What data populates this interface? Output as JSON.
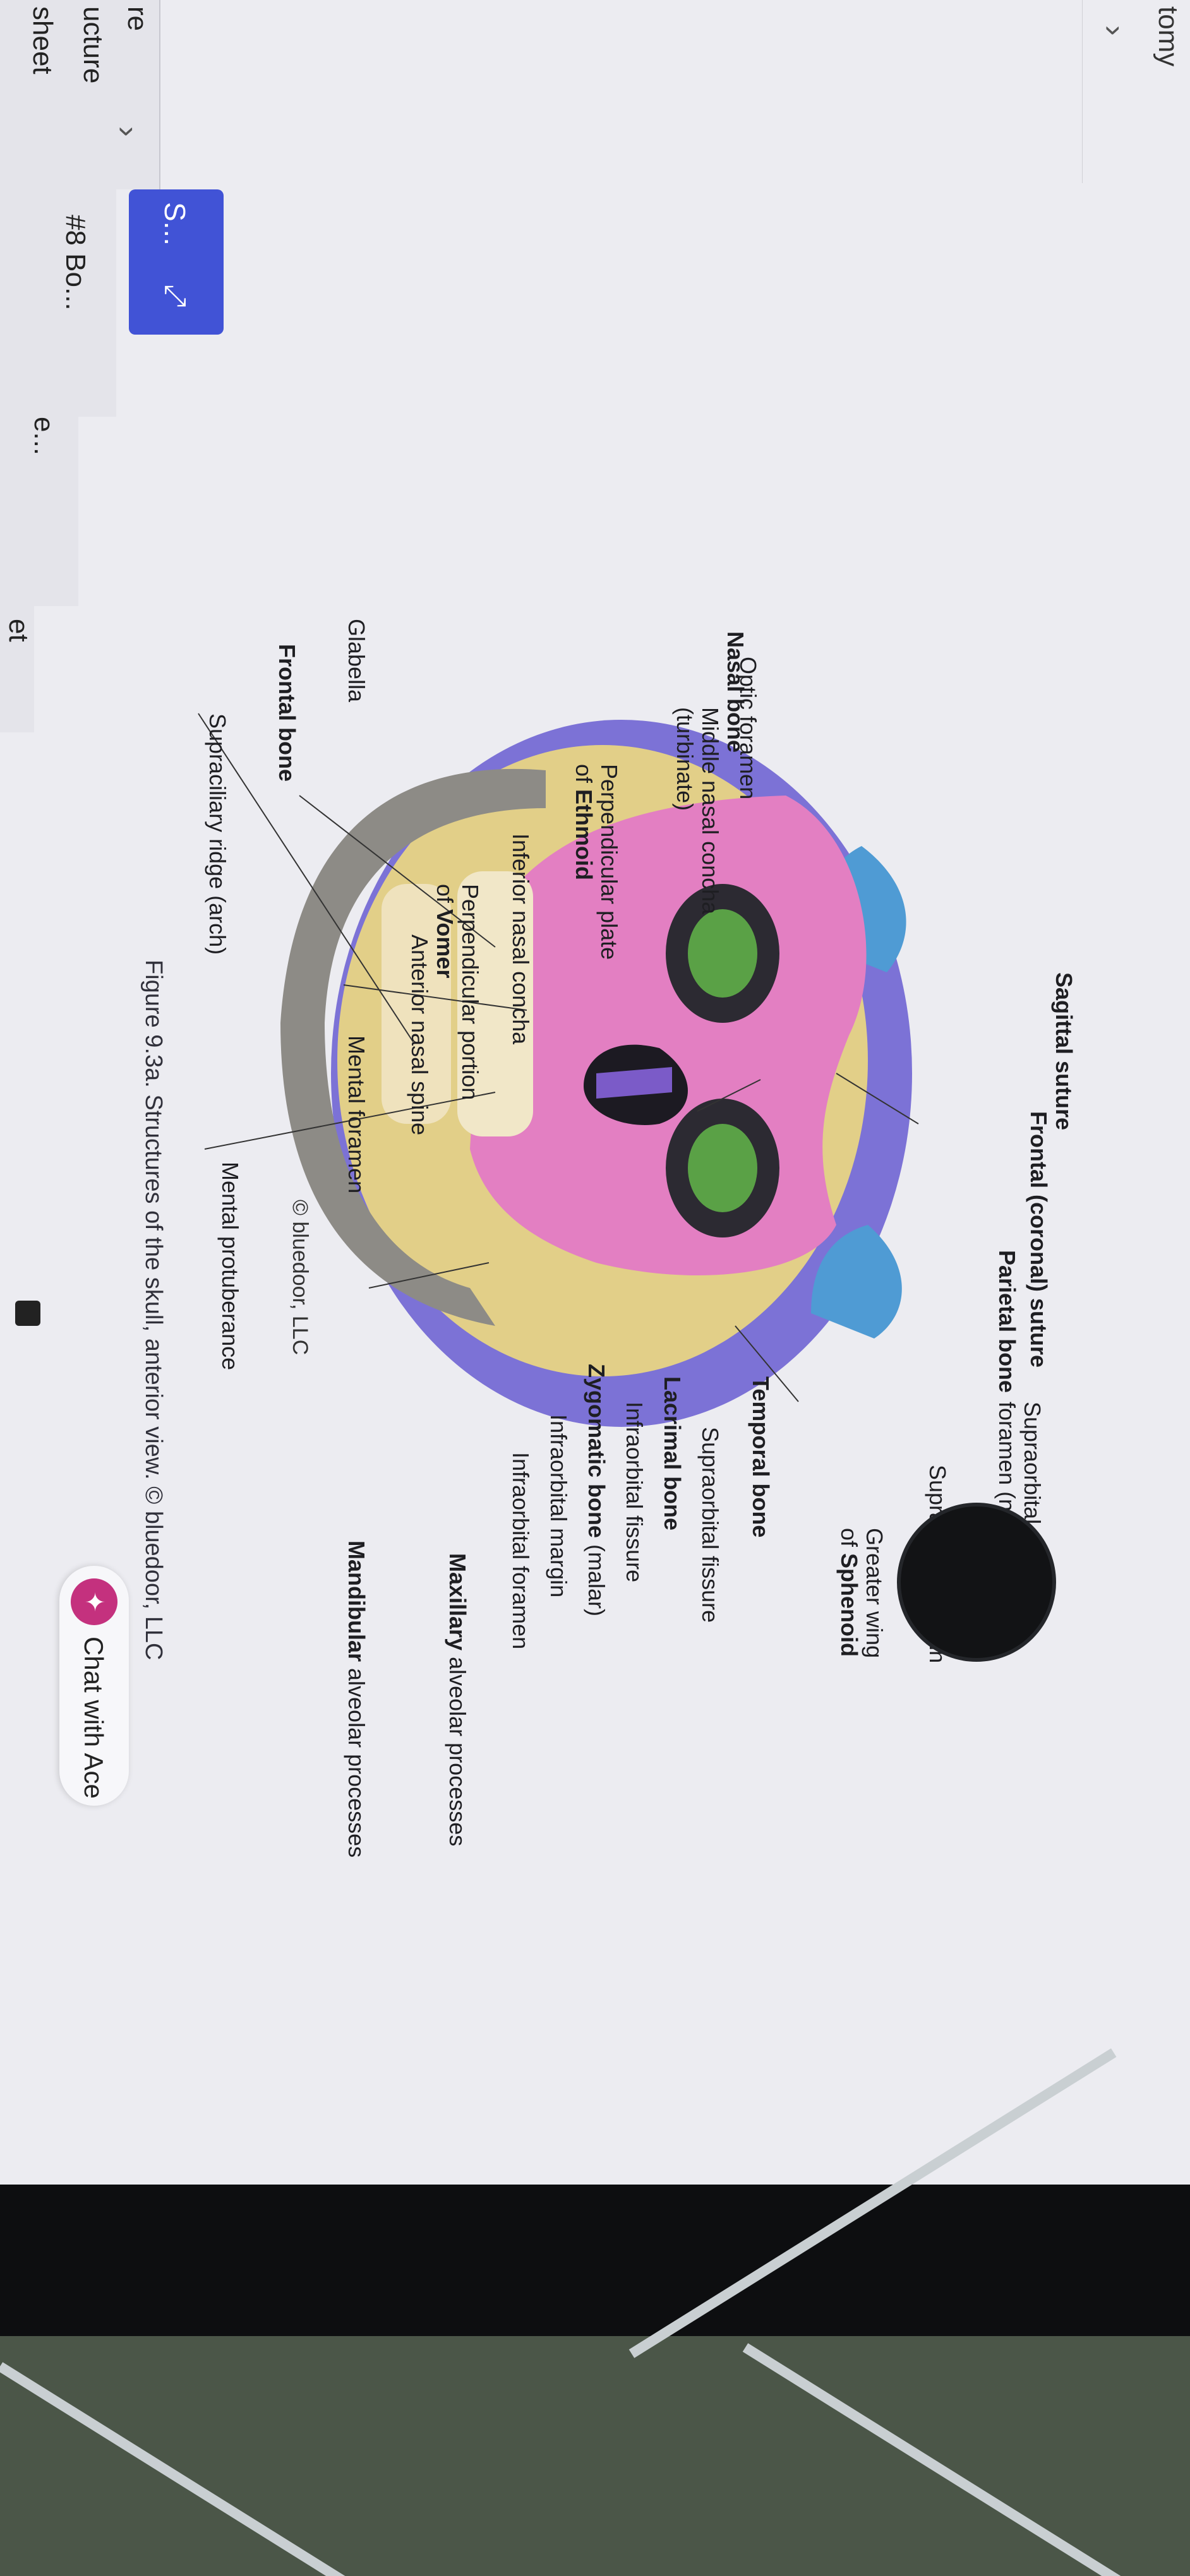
{
  "sidebar": {
    "items": [
      {
        "label": "tomy"
      },
      {
        "label": "re"
      },
      {
        "label": "ucture"
      },
      {
        "label": "sheet"
      },
      {
        "label": "#8 Bo..."
      },
      {
        "label": "e..."
      },
      {
        "label": "et"
      }
    ],
    "active_button": {
      "label": "S..."
    }
  },
  "figure": {
    "labels_left": {
      "frontal_bone": "Frontal bone",
      "glabella": "Glabella",
      "supraciliary_ridge": "Supraciliary ridge (arch)",
      "nasal_bone": "Nasal bone",
      "optic_foramen": "Optic foramen",
      "middle_nasal_concha_1": "Middle nasal concha",
      "middle_nasal_concha_2": "(turbinate)",
      "perpendicular_plate_1": "Perpendicular plate",
      "perpendicular_plate_2_prefix": "of ",
      "perpendicular_plate_2_bold": "Ethmoid",
      "inferior_nasal_concha": "Inferior nasal concha",
      "perpendicular_portion_1": "Perpendicular portion",
      "perpendicular_portion_2_prefix": "of ",
      "perpendicular_portion_2_bold": "Vomer",
      "anterior_nasal_spine": "Anterior nasal spine",
      "mental_foramen": "Mental foramen",
      "mental_protuberance": "Mental protuberance"
    },
    "labels_right": {
      "sagittal_suture": "Sagittal suture",
      "frontal_coronal_suture": "Frontal (coronal) suture",
      "parietal_bone": "Parietal bone",
      "supraorbital_foramen_1": "Supraorbital",
      "supraorbital_foramen_2": "foramen (notch)",
      "supraorbital_margin": "Supraorbital margin",
      "greater_wing_1": "Greater wing",
      "greater_wing_2_prefix": "of ",
      "greater_wing_2_bold": "Sphenoid",
      "temporal_bone": "Temporal bone",
      "supraorbital_fissure": "Supraorbital fissure",
      "lacrimal_bone": "Lacrimal bone",
      "infraorbital_fissure": "Infraorbital fissure",
      "zygomatic_bold": "Zygomatic bone",
      "zygomatic_rest": " (malar)",
      "infraorbital_margin": "Infraorbital margin",
      "infraorbital_foramen": "Infraorbital foramen",
      "maxillary_bold": "Maxillary",
      "maxillary_rest": " alveolar processes",
      "mandibular_bold": "Mandibular",
      "mandibular_rest": " alveolar processes"
    },
    "caption": "Figure 9.3a. Structures of the skull, anterior view. © bluedoor, LLC",
    "copyright": "© bluedoor, LLC"
  },
  "chat": {
    "label": "Chat with Ace",
    "icon": "sparkle-icon"
  },
  "colors": {
    "page_bg": "#ececf1",
    "accent_blue": "#4153d6",
    "chat_icon": "#c4317e",
    "frontal": "#e2cf88",
    "parietal": "#7c72d6",
    "sphenoid": "#4f9bd4",
    "maxilla": "#e37fc2",
    "mandible": "#8d8b86"
  }
}
